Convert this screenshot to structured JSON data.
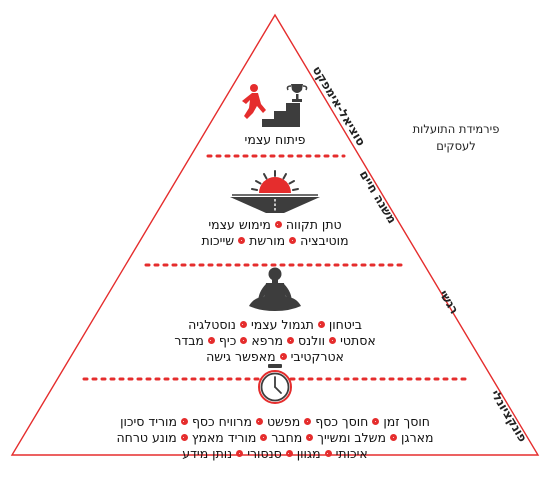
{
  "title": {
    "line1": "פירמידת התועלות",
    "line2": "לעסקים"
  },
  "colors": {
    "accent": "#e52d2d",
    "outline": "#e52d2d",
    "icon_dark": "#3d3d3d"
  },
  "levels": [
    {
      "side_label": "סוציאל-אימפקט",
      "icon": "person-climbing-stairs-to-trophy-icon",
      "items": [
        [
          "פיתוח עצמי"
        ]
      ]
    },
    {
      "side_label": "משנה חיים",
      "icon": "road-to-sunrise-icon",
      "items": [
        [
          "טתן תקווה",
          "מימוש עצמי"
        ],
        [
          "מוטיבציה",
          "מורשת",
          "שייכות"
        ]
      ]
    },
    {
      "side_label": "רגשי",
      "icon": "meditating-person-icon",
      "items": [
        [
          "ביטחון",
          "תגמול עצמי",
          "נוסטלגיה"
        ],
        [
          "אסתטי",
          "וולנס",
          "מרפא",
          "כיף",
          "מבדר"
        ],
        [
          "אטרקטיבי",
          "מאפשר גישה"
        ]
      ]
    },
    {
      "side_label": "פונקציונלי",
      "icon": "clock-icon",
      "items": [
        [
          "חוסך זמן",
          "חוסך כסף",
          "מפשט",
          "מרוויח כסף",
          "מוריד סיכון"
        ],
        [
          "מארגן",
          "משלב ומשייך",
          "מחבר",
          "מוריד מאמץ",
          "מונע טרחה"
        ],
        [
          "איכותי",
          "מגוון",
          "סנסורי",
          "נותן מידע"
        ]
      ]
    }
  ]
}
